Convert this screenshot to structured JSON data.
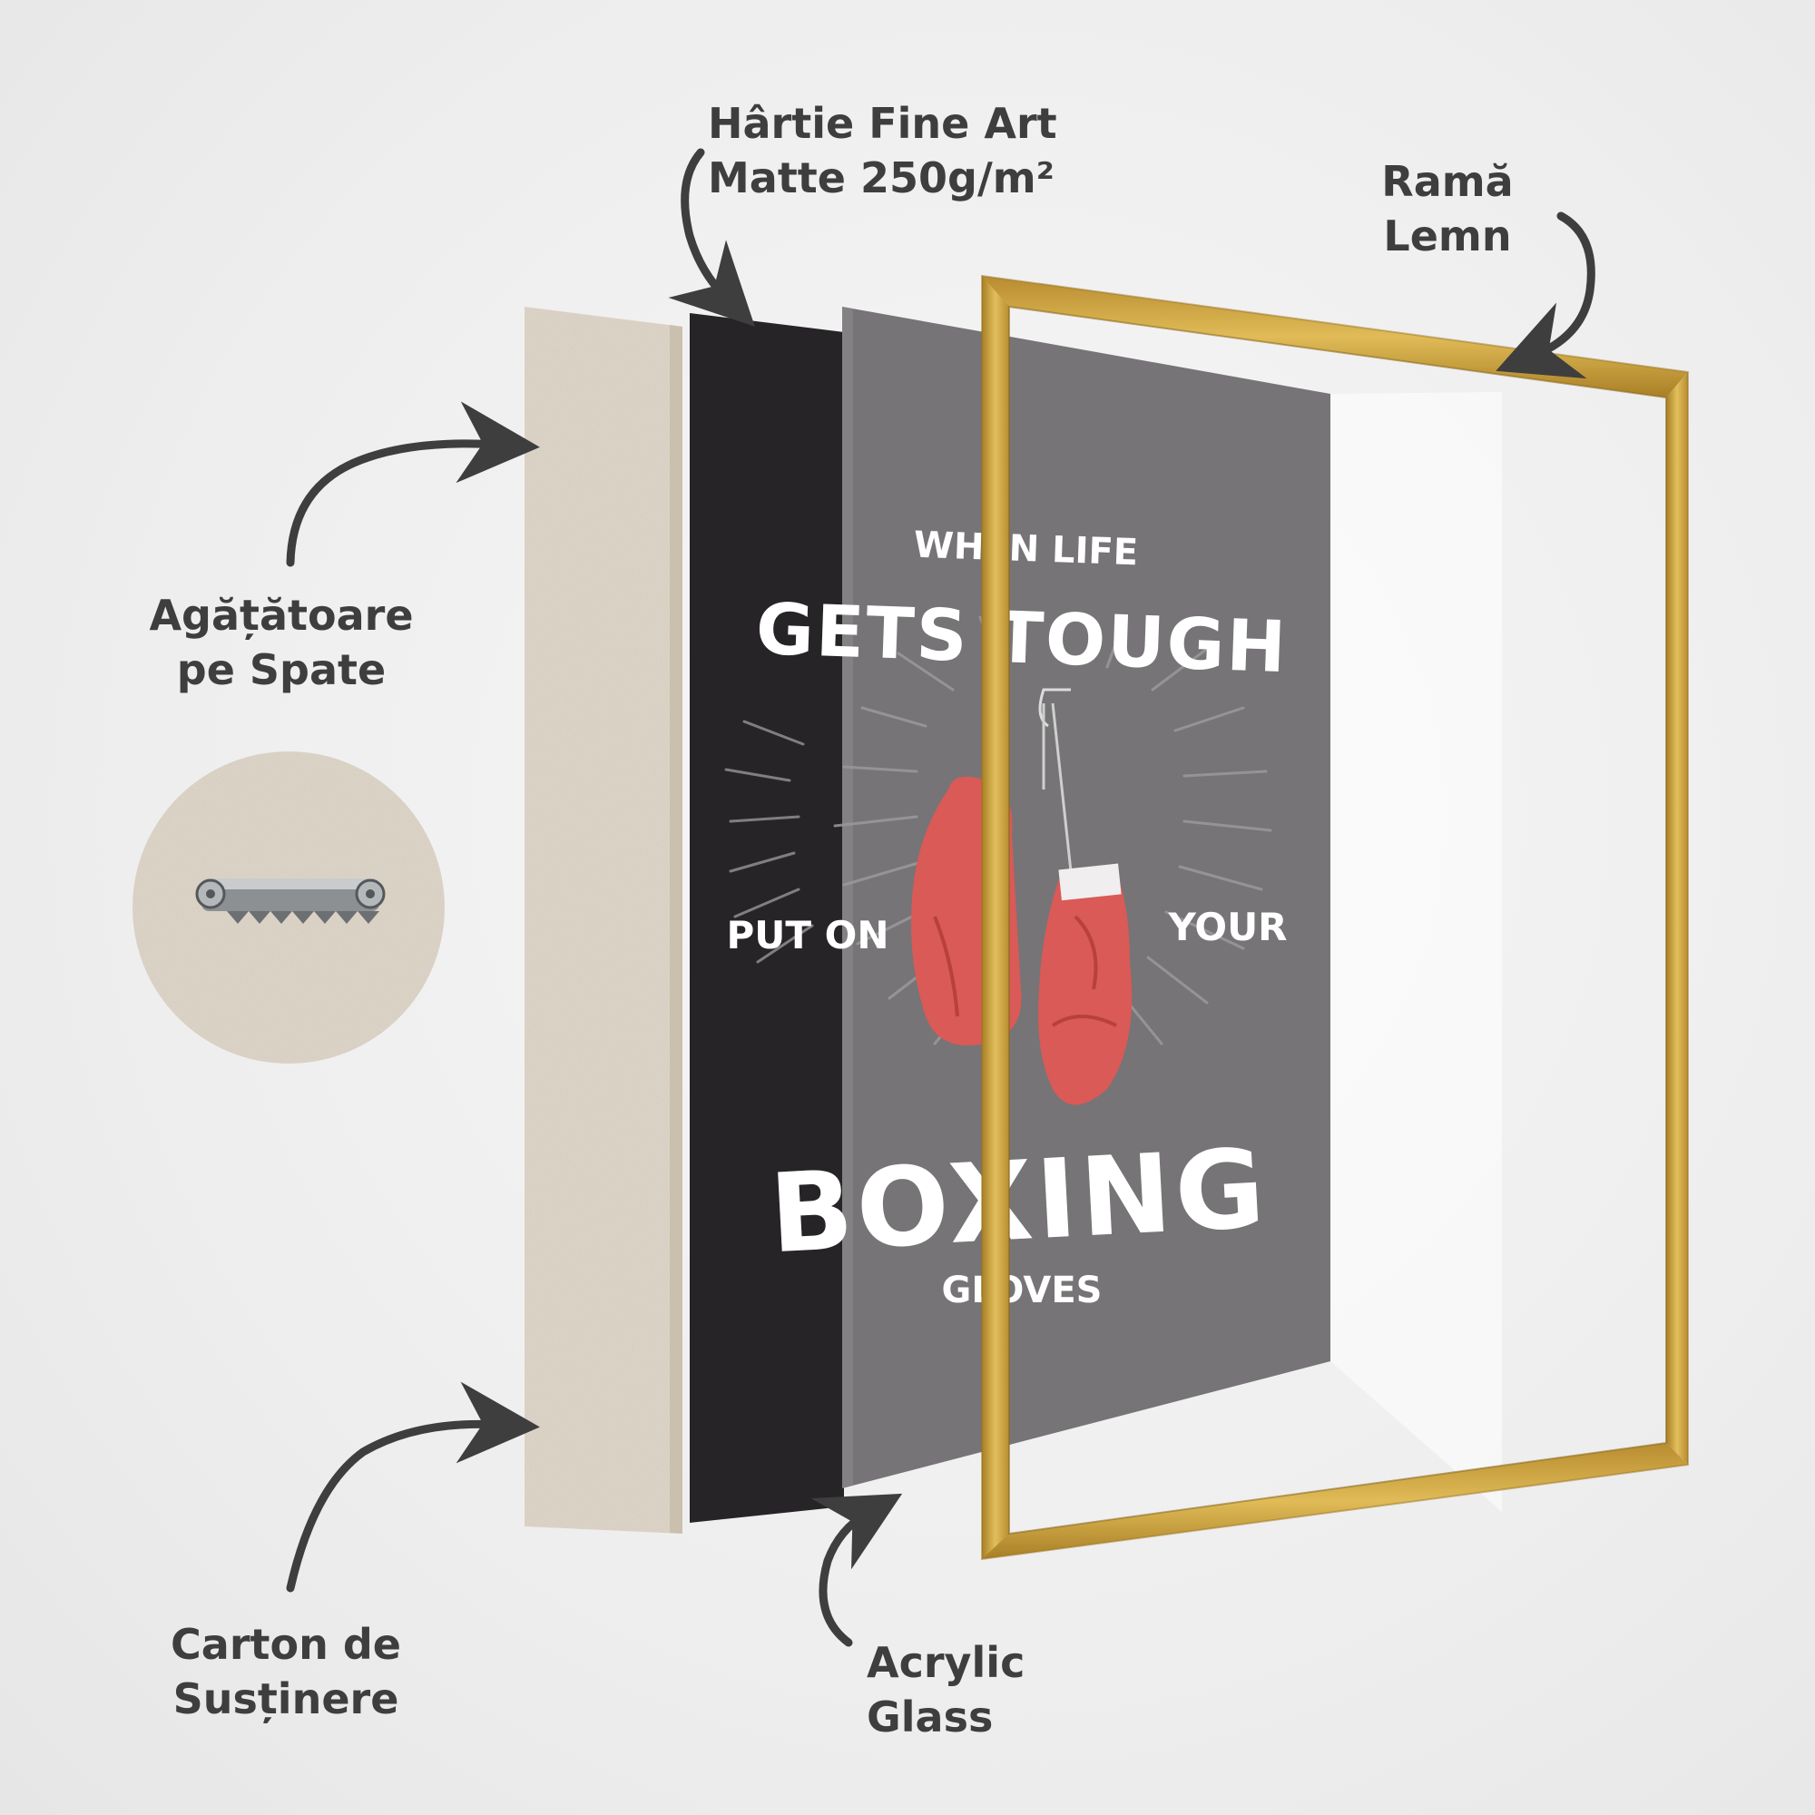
{
  "labels": {
    "paper": [
      "Hârtie Fine Art",
      "Matte 250g/m²"
    ],
    "frame": [
      "Ramă",
      "Lemn"
    ],
    "hanger": [
      "Agățătoare",
      "pe Spate"
    ],
    "backing": [
      "Carton de",
      "Susținere"
    ],
    "glass": [
      "Acrylic",
      "Glass"
    ]
  },
  "poster": {
    "line1": "WHEN LIFE",
    "line2": "GETS TOUGH",
    "line3_left": "PUT ON",
    "line3_right": "YOUR",
    "line4": "BOXING",
    "line5": "GLOVES"
  },
  "colors": {
    "label_text": "#3e3e3e",
    "cardboard": "#ddd3c6",
    "poster_dark": "#262426",
    "glass_tint": "#6e6c6e",
    "frame_gold": "#c9a13f",
    "glove_red": "#d95a56"
  }
}
